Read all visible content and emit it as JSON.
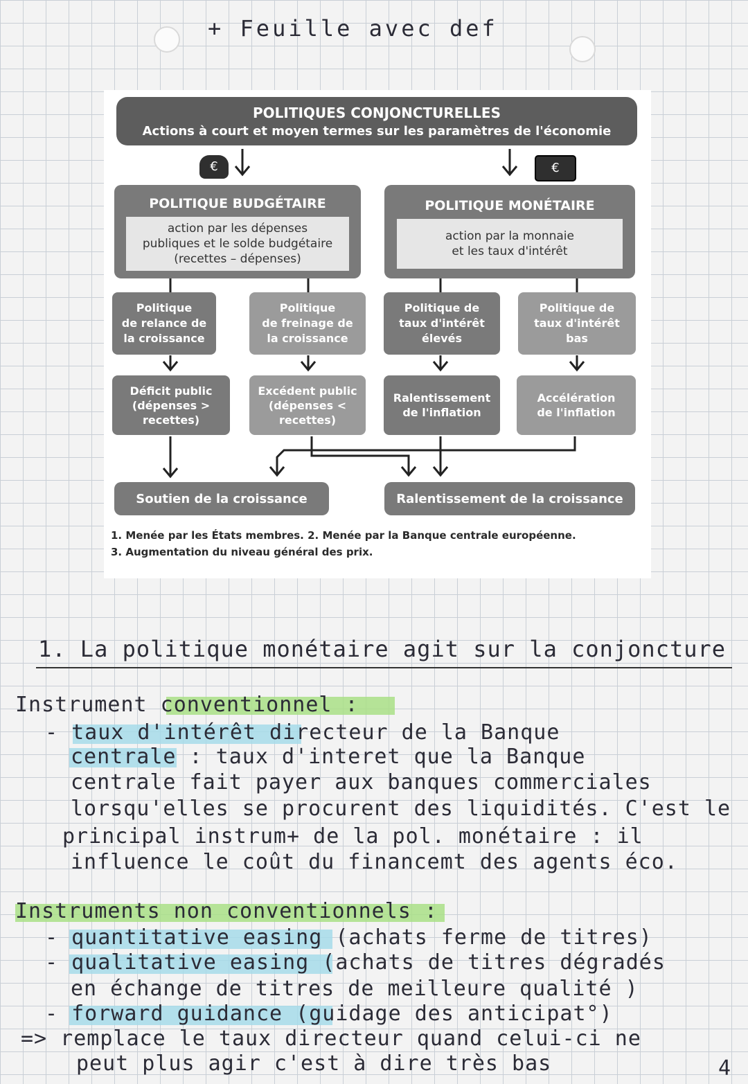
{
  "top_note": "+ Feuille avec def",
  "diagram": {
    "header_title": "POLITIQUES CONJONCTURELLES",
    "header_subtitle": "Actions à court et moyen termes sur les paramètres de l'économie",
    "budget": {
      "title": "POLITIQUE BUDGÉTAIRE",
      "line1": "action par les dépenses",
      "line2": "publiques et le solde budgétaire",
      "line3": "(recettes – dépenses)",
      "icon": "money-bag-icon",
      "icon_symbol": "€"
    },
    "monetary": {
      "title": "POLITIQUE MONÉTAIRE",
      "line1": "action par la monnaie",
      "line2": "et les taux d'intérêt",
      "icon": "banknote-icon",
      "icon_symbol": "€"
    },
    "policies": [
      {
        "l1": "Politique",
        "l2": "de relance de",
        "l3": "la croissance"
      },
      {
        "l1": "Politique",
        "l2": "de freinage de",
        "l3": "la croissance"
      },
      {
        "l1": "Politique de",
        "l2": "taux d'intérêt",
        "l3": "élevés"
      },
      {
        "l1": "Politique de",
        "l2": "taux d'intérêt",
        "l3": "bas"
      }
    ],
    "results": [
      {
        "l1": "Déficit public",
        "l2": "(dépenses >",
        "l3": "recettes)"
      },
      {
        "l1": "Excédent public",
        "l2": "(dépenses <",
        "l3": "recettes)"
      },
      {
        "l1": "Ralentissement",
        "l2": "de l'inflation",
        "l3": ""
      },
      {
        "l1": "Accélération",
        "l2": "de l'inflation",
        "l3": ""
      }
    ],
    "outcome_left": "Soutien de la croissance",
    "outcome_right": "Ralentissement de la croissance",
    "footnote1": "1. Menée par les États membres.   2. Menée par la Banque centrale européenne.",
    "footnote2": "3. Augmentation du niveau général des prix."
  },
  "notes": {
    "section_title": "1. La politique monétaire agit sur la conjoncture",
    "conv_heading": "Instrument conventionnel :",
    "conv_lines": [
      "- taux d'intérêt directeur de la Banque",
      "centrale : taux d'interet que la Banque",
      "centrale fait payer aux banques commerciales",
      "lorsqu'elles se procurent des liquidités. C'est le",
      "principal instrum+ de la pol. monétaire : il",
      "influence le coût du financemt des agents éco."
    ],
    "nonconv_heading": "Instruments non conventionnels :",
    "nonconv_lines": [
      "- quantitative easing (achats ferme de titres)",
      "- qualitative easing (achats de titres dégradés",
      "en échange de titres de meilleure qualité )",
      "- forward guidance (guidage des anticipat°)",
      "=> remplace le taux directeur quand celui-ci ne",
      "peut plus agir c'est à dire très bas"
    ],
    "page_number": "4"
  }
}
